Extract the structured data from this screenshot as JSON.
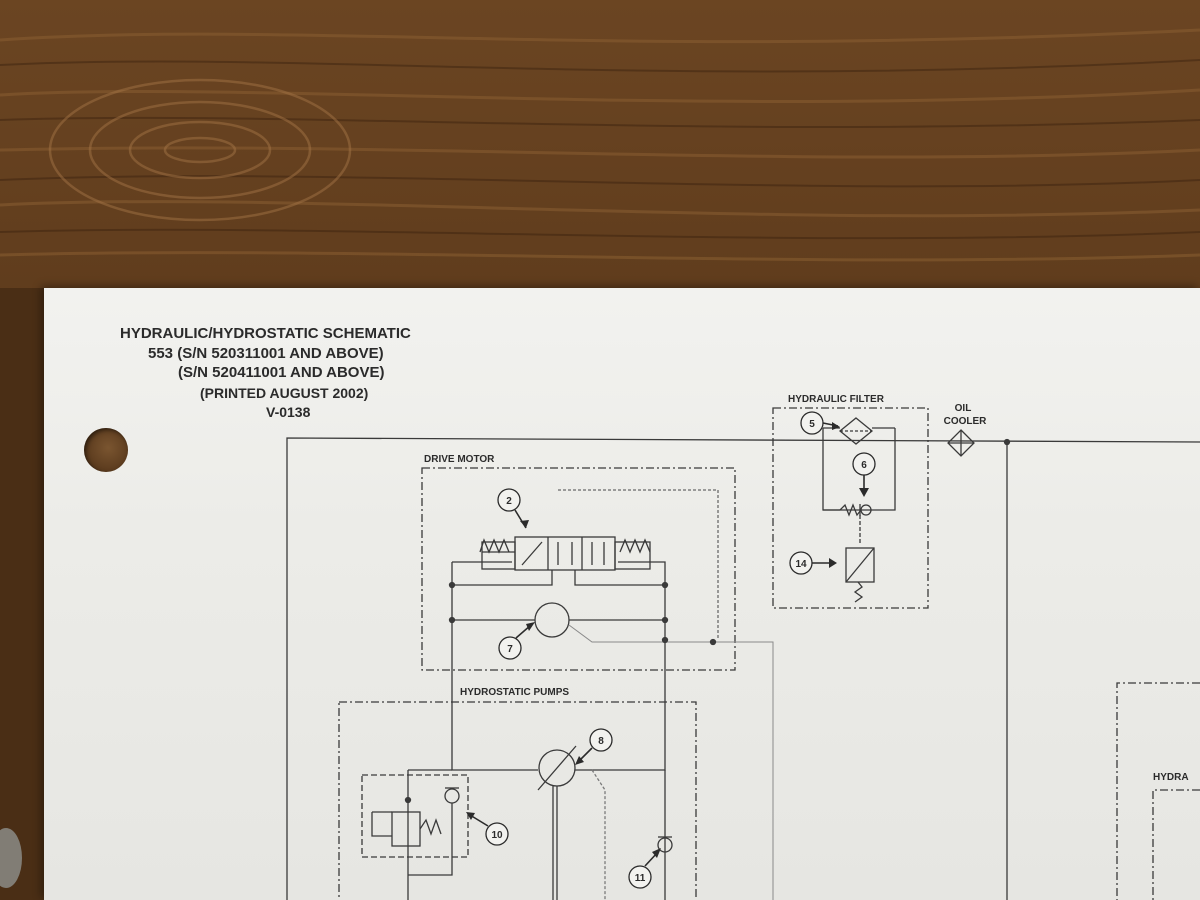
{
  "title": {
    "line1": "HYDRAULIC/HYDROSTATIC SCHEMATIC",
    "line2": "553 (S/N 520311001 AND ABOVE)",
    "line3": "(S/N 520411001 AND ABOVE)",
    "line4": "(PRINTED AUGUST 2002)",
    "line5": "V-0138"
  },
  "labels": {
    "hydraulic_filter": "HYDRAULIC FILTER",
    "oil_cooler_1": "OIL",
    "oil_cooler_2": "COOLER",
    "drive_motor": "DRIVE MOTOR",
    "hydrostatic_pumps": "HYDROSTATIC PUMPS",
    "cut_off": "HYDRA"
  },
  "callouts": {
    "c2": "2",
    "c5": "5",
    "c6": "6",
    "c7": "7",
    "c8": "8",
    "c10": "10",
    "c11": "11",
    "c14": "14"
  }
}
